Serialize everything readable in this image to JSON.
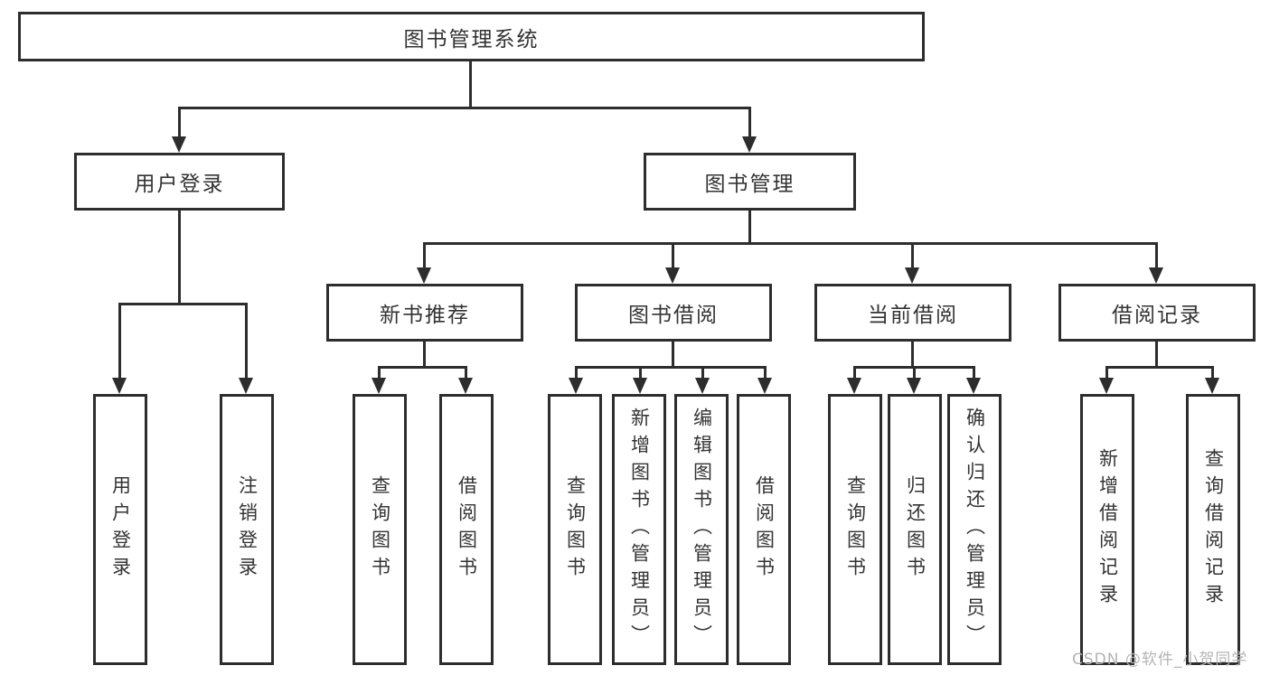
{
  "diagram": {
    "root": {
      "label": "图书管理系统"
    },
    "branches": [
      {
        "label": "用户登录",
        "children": [
          {
            "label": "用户登录"
          },
          {
            "label": "注销登录"
          }
        ]
      },
      {
        "label": "图书管理",
        "children": [
          {
            "label": "新书推荐",
            "children": [
              {
                "label": "查询图书"
              },
              {
                "label": "借阅图书"
              }
            ]
          },
          {
            "label": "图书借阅",
            "children": [
              {
                "label": "查询图书"
              },
              {
                "label": "新增图书（管理员）"
              },
              {
                "label": "编辑图书（管理员）"
              },
              {
                "label": "借阅图书"
              }
            ]
          },
          {
            "label": "当前借阅",
            "children": [
              {
                "label": "查询图书"
              },
              {
                "label": "归还图书"
              },
              {
                "label": "确认归还（管理员）"
              }
            ]
          },
          {
            "label": "借阅记录",
            "children": [
              {
                "label": "新增借阅记录"
              },
              {
                "label": "查询借阅记录"
              }
            ]
          }
        ]
      }
    ]
  },
  "watermark": {
    "text": "CSDN @软件_小贺同学"
  },
  "colors": {
    "line": "#2d2d2d",
    "text": "#333333",
    "watermark": "#b4b4b4",
    "background": "#ffffff"
  }
}
